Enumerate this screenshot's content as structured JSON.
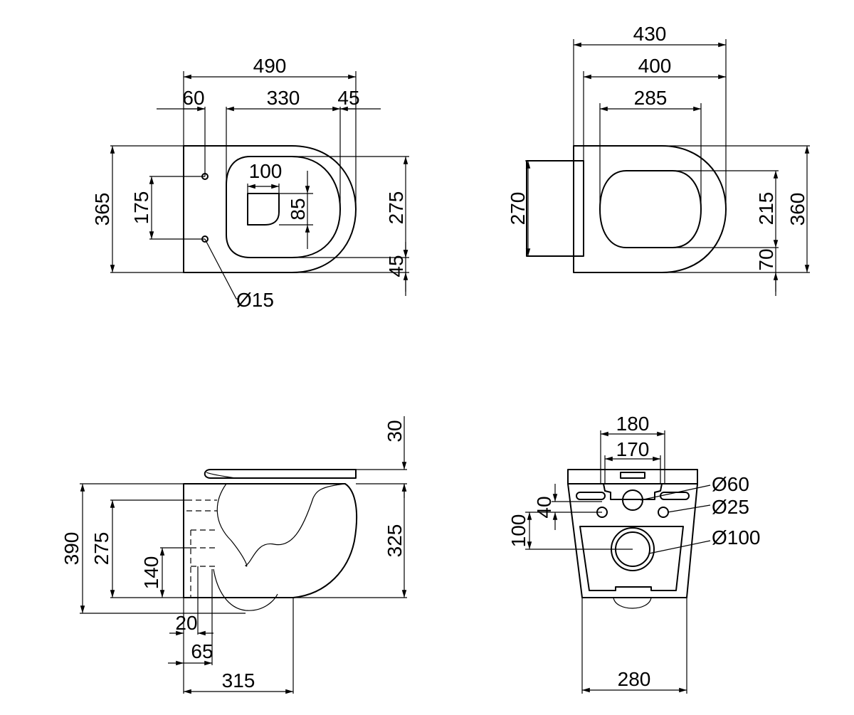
{
  "views": {
    "top_view": {
      "dimensions": [
        "490",
        "60",
        "330",
        "45",
        "365",
        "175",
        "100",
        "85",
        "275",
        "45"
      ],
      "hole_label": "Ø15"
    },
    "seat_view": {
      "dimensions": [
        "430",
        "400",
        "285",
        "270",
        "215",
        "360",
        "70"
      ]
    },
    "side_view": {
      "dimensions": [
        "30",
        "390",
        "275",
        "325",
        "140",
        "20",
        "65",
        "315"
      ]
    },
    "rear_view": {
      "dimensions": [
        "180",
        "170",
        "40",
        "100",
        "280"
      ],
      "diameters": [
        "Ø60",
        "Ø25",
        "Ø100"
      ]
    }
  }
}
